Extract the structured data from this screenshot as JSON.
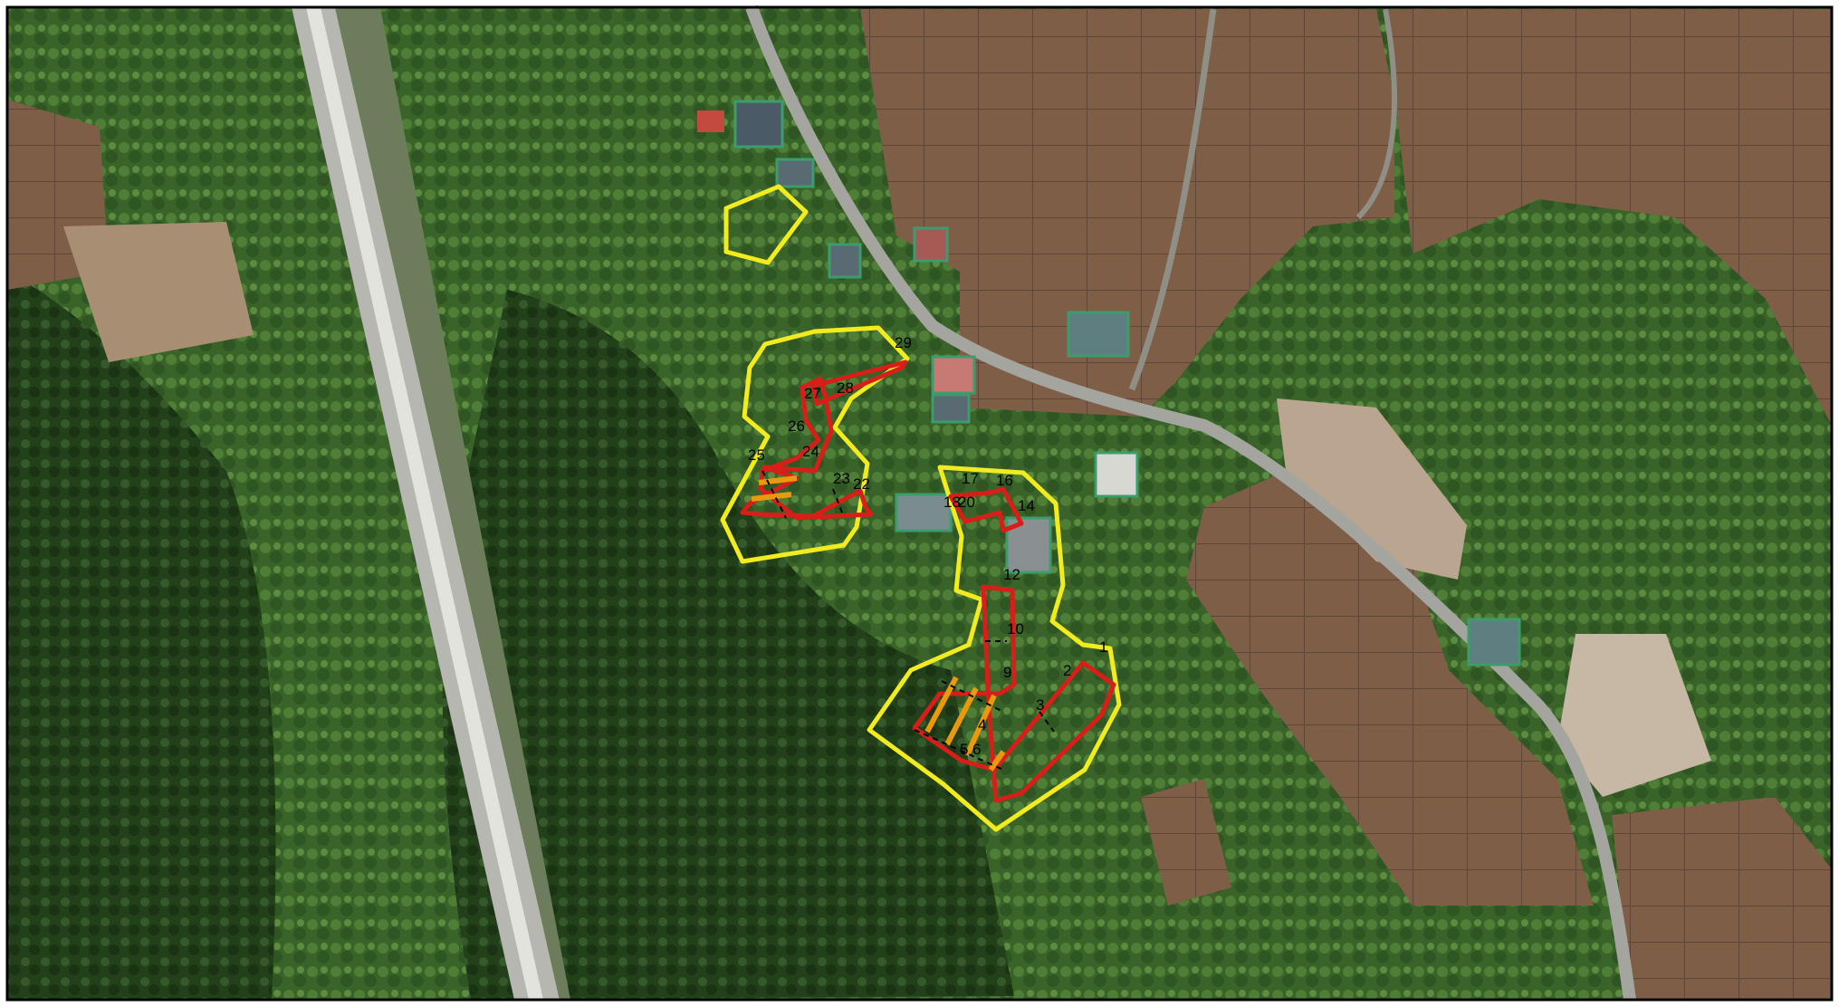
{
  "map": {
    "colors": {
      "zone_outer": "#f2ec1e",
      "zone_inner": "#d81e18",
      "zone_sub": "#e89a0c",
      "forest": "#3f6a2c",
      "field": "#7a5b43",
      "road": "#9a9a9a",
      "rail": "#bdbdbd"
    },
    "point_labels": [
      "1",
      "2",
      "3",
      "4",
      "5",
      "6",
      "9",
      "10",
      "12",
      "14",
      "16",
      "17",
      "18",
      "20",
      "22",
      "23",
      "24",
      "25",
      "26",
      "27",
      "28",
      "29"
    ]
  }
}
